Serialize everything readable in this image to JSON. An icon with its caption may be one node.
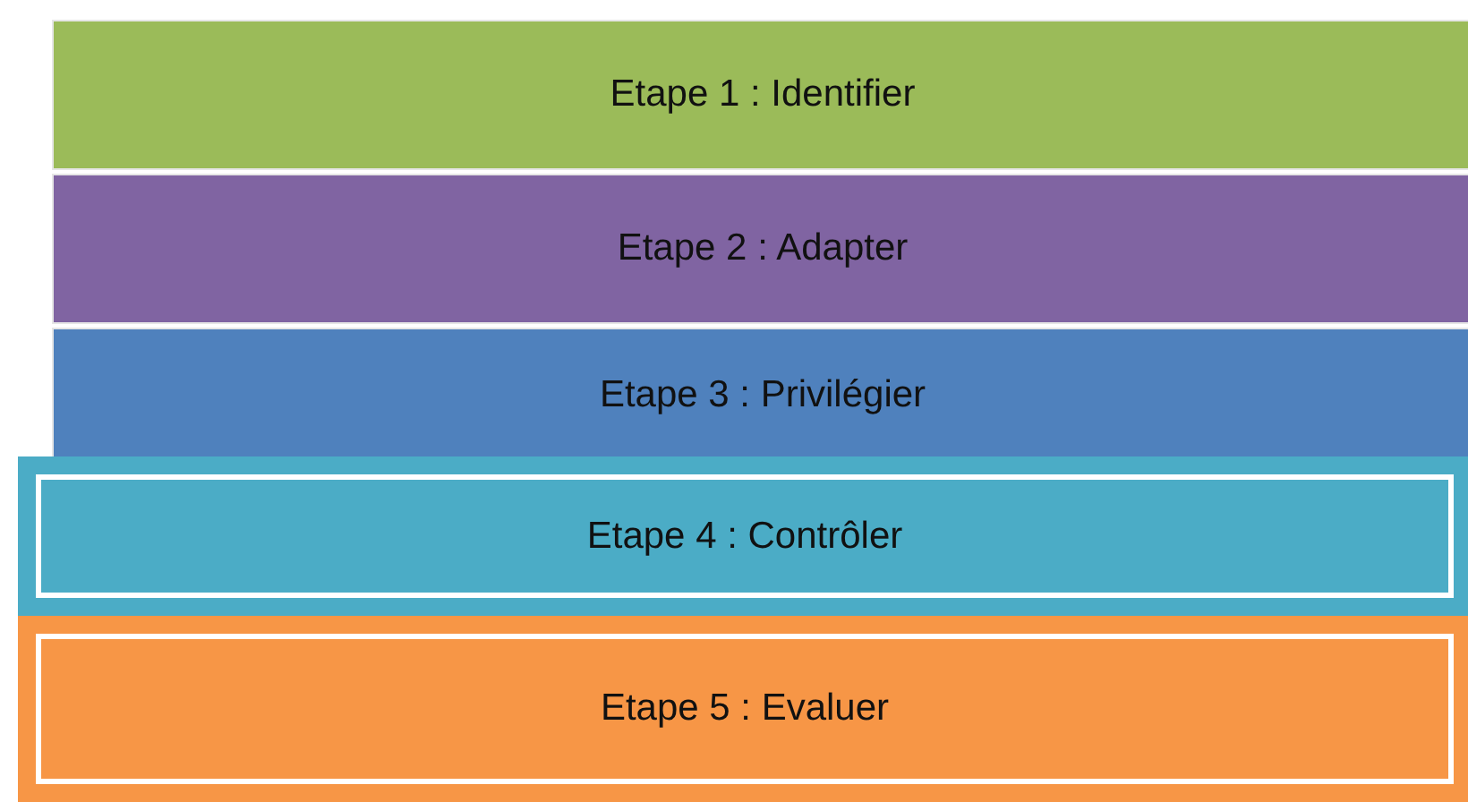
{
  "diagram": {
    "nodes": [
      {
        "text": [
          "Etape 1 : Identifier"
        ]
      },
      {
        "text": [
          "Etape 2 : Adapter"
        ]
      },
      {
        "text": [
          "Etape 3 : Privilégier"
        ]
      },
      {
        "text": [
          "Etape 4 : Contrôler"
        ]
      },
      {
        "text": [
          "Etape 5 : Evaluer"
        ]
      }
    ]
  }
}
